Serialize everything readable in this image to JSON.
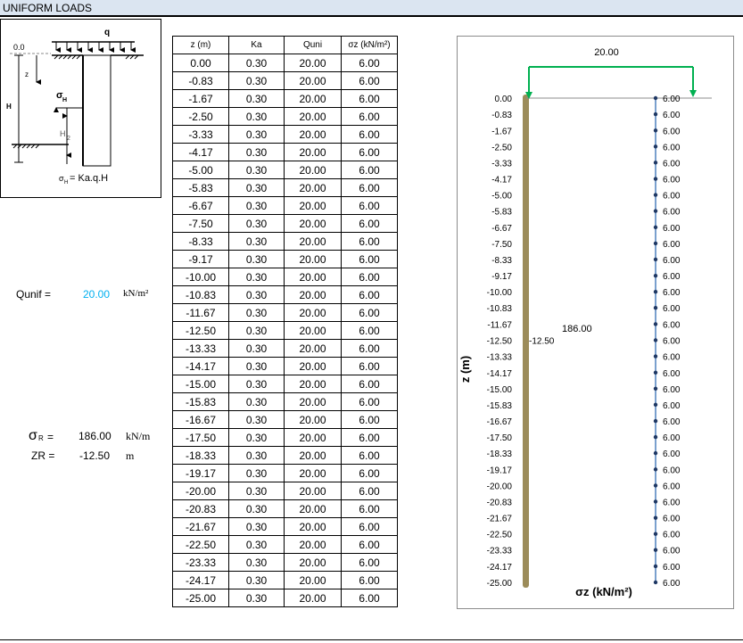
{
  "title": "UNIFORM LOADS",
  "diagram": {
    "label_top": "0.0",
    "label_q": "q",
    "label_z": "z",
    "label_h": "H",
    "label_sigma": "σ",
    "label_sigma_sub": "H",
    "label_half_num": "H",
    "label_half_den": "2",
    "formula_sigma": "σ",
    "formula_sub": "H",
    "formula_rest": "= Ka.q.H"
  },
  "params": {
    "qunif_label": "Qunif =",
    "qunif_value": "20.00",
    "qunif_unit": "kN/m²",
    "sr_symbol": "σ",
    "sr_sub": "R",
    "sr_eq": "=",
    "sr_value": "186.00",
    "sr_unit": "kN/m",
    "zr_label": "ZR =",
    "zr_value": "-12.50",
    "zr_unit": "m"
  },
  "table": {
    "headers": [
      "z (m)",
      "Ka",
      "Quni",
      "σz (kN/m²)"
    ],
    "rows": [
      [
        "0.00",
        "0.30",
        "20.00",
        "6.00"
      ],
      [
        "-0.83",
        "0.30",
        "20.00",
        "6.00"
      ],
      [
        "-1.67",
        "0.30",
        "20.00",
        "6.00"
      ],
      [
        "-2.50",
        "0.30",
        "20.00",
        "6.00"
      ],
      [
        "-3.33",
        "0.30",
        "20.00",
        "6.00"
      ],
      [
        "-4.17",
        "0.30",
        "20.00",
        "6.00"
      ],
      [
        "-5.00",
        "0.30",
        "20.00",
        "6.00"
      ],
      [
        "-5.83",
        "0.30",
        "20.00",
        "6.00"
      ],
      [
        "-6.67",
        "0.30",
        "20.00",
        "6.00"
      ],
      [
        "-7.50",
        "0.30",
        "20.00",
        "6.00"
      ],
      [
        "-8.33",
        "0.30",
        "20.00",
        "6.00"
      ],
      [
        "-9.17",
        "0.30",
        "20.00",
        "6.00"
      ],
      [
        "-10.00",
        "0.30",
        "20.00",
        "6.00"
      ],
      [
        "-10.83",
        "0.30",
        "20.00",
        "6.00"
      ],
      [
        "-11.67",
        "0.30",
        "20.00",
        "6.00"
      ],
      [
        "-12.50",
        "0.30",
        "20.00",
        "6.00"
      ],
      [
        "-13.33",
        "0.30",
        "20.00",
        "6.00"
      ],
      [
        "-14.17",
        "0.30",
        "20.00",
        "6.00"
      ],
      [
        "-15.00",
        "0.30",
        "20.00",
        "6.00"
      ],
      [
        "-15.83",
        "0.30",
        "20.00",
        "6.00"
      ],
      [
        "-16.67",
        "0.30",
        "20.00",
        "6.00"
      ],
      [
        "-17.50",
        "0.30",
        "20.00",
        "6.00"
      ],
      [
        "-18.33",
        "0.30",
        "20.00",
        "6.00"
      ],
      [
        "-19.17",
        "0.30",
        "20.00",
        "6.00"
      ],
      [
        "-20.00",
        "0.30",
        "20.00",
        "6.00"
      ],
      [
        "-20.83",
        "0.30",
        "20.00",
        "6.00"
      ],
      [
        "-21.67",
        "0.30",
        "20.00",
        "6.00"
      ],
      [
        "-22.50",
        "0.30",
        "20.00",
        "6.00"
      ],
      [
        "-23.33",
        "0.30",
        "20.00",
        "6.00"
      ],
      [
        "-24.17",
        "0.30",
        "20.00",
        "6.00"
      ],
      [
        "-25.00",
        "0.30",
        "20.00",
        "6.00"
      ]
    ]
  },
  "colors": {
    "qunif_value": "#00b0f0",
    "wall": "#9c8c5a",
    "load_arrow": "#00b050",
    "profile_line": "#4f81bd",
    "profile_marker": "#1f3864"
  },
  "chart_data": {
    "type": "line",
    "ylabel": "z (m)",
    "xlabel": "σz (kN/m²)",
    "load_label": "20.00",
    "resultant_label": "186.00",
    "resultant_depth_label": "-12.50",
    "resultant_depth": -12.5,
    "ylim": [
      -25,
      0
    ],
    "z": [
      0,
      -0.83,
      -1.67,
      -2.5,
      -3.33,
      -4.17,
      -5,
      -5.83,
      -6.67,
      -7.5,
      -8.33,
      -9.17,
      -10,
      -10.83,
      -11.67,
      -12.5,
      -13.33,
      -14.17,
      -15,
      -15.83,
      -16.67,
      -17.5,
      -18.33,
      -19.17,
      -20,
      -20.83,
      -21.67,
      -22.5,
      -23.33,
      -24.17,
      -25
    ],
    "z_labels": [
      "0.00",
      "-0.83",
      "-1.67",
      "-2.50",
      "-3.33",
      "-4.17",
      "-5.00",
      "-5.83",
      "-6.67",
      "-7.50",
      "-8.33",
      "-9.17",
      "-10.00",
      "-10.83",
      "-11.67",
      "-12.50",
      "-13.33",
      "-14.17",
      "-15.00",
      "-15.83",
      "-16.67",
      "-17.50",
      "-18.33",
      "-19.17",
      "-20.00",
      "-20.83",
      "-21.67",
      "-22.50",
      "-23.33",
      "-24.17",
      "-25.00"
    ],
    "sigma": [
      6,
      6,
      6,
      6,
      6,
      6,
      6,
      6,
      6,
      6,
      6,
      6,
      6,
      6,
      6,
      6,
      6,
      6,
      6,
      6,
      6,
      6,
      6,
      6,
      6,
      6,
      6,
      6,
      6,
      6,
      6
    ],
    "sigma_labels": [
      "6.00",
      "6.00",
      "6.00",
      "6.00",
      "6.00",
      "6.00",
      "6.00",
      "6.00",
      "6.00",
      "6.00",
      "6.00",
      "6.00",
      "6.00",
      "6.00",
      "6.00",
      "6.00",
      "6.00",
      "6.00",
      "6.00",
      "6.00",
      "6.00",
      "6.00",
      "6.00",
      "6.00",
      "6.00",
      "6.00",
      "6.00",
      "6.00",
      "6.00",
      "6.00",
      "6.00"
    ]
  }
}
